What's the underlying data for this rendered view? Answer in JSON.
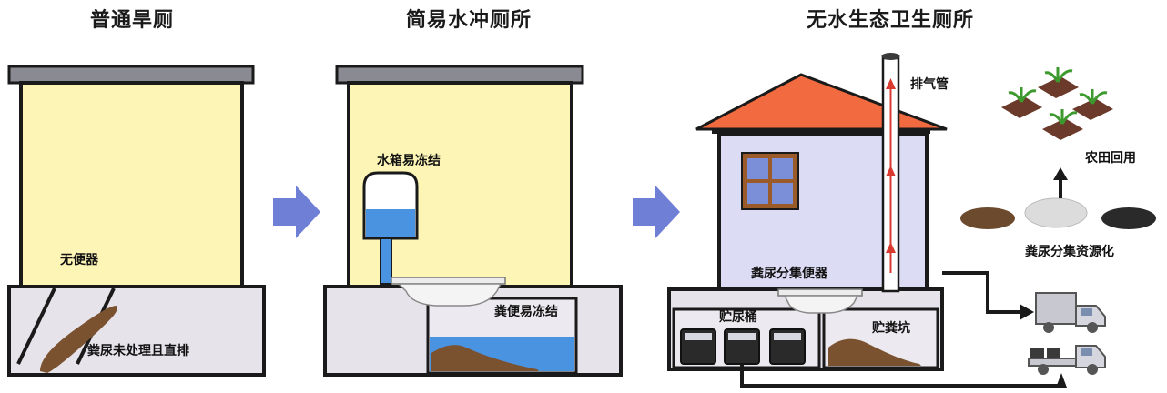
{
  "panels": {
    "dry": {
      "title": "普通旱厕",
      "no_toilet": "无便器",
      "untreated": "粪尿未处理且直排"
    },
    "flush": {
      "title": "简易水冲厕所",
      "tank_freeze": "水箱易冻结",
      "waste_freeze": "粪便易冻结"
    },
    "eco": {
      "title": "无水生态卫生厕所",
      "vent_pipe": "排气管",
      "separating_toilet": "粪尿分集便器",
      "urine_barrels": "贮尿桶",
      "feces_pit": "贮粪坑",
      "resource": "粪尿分集资源化",
      "farm_reuse": "农田回用"
    }
  },
  "colors": {
    "wall_yellow": "#fdf5b6",
    "ground_gray": "#e6e3eb",
    "house_lavender": "#dcdcf5",
    "roof_red": "#f26a3f",
    "arrow_blue": "#6f7fd6",
    "water_blue": "#4a93e0",
    "waste_brown": "#7a5230"
  }
}
